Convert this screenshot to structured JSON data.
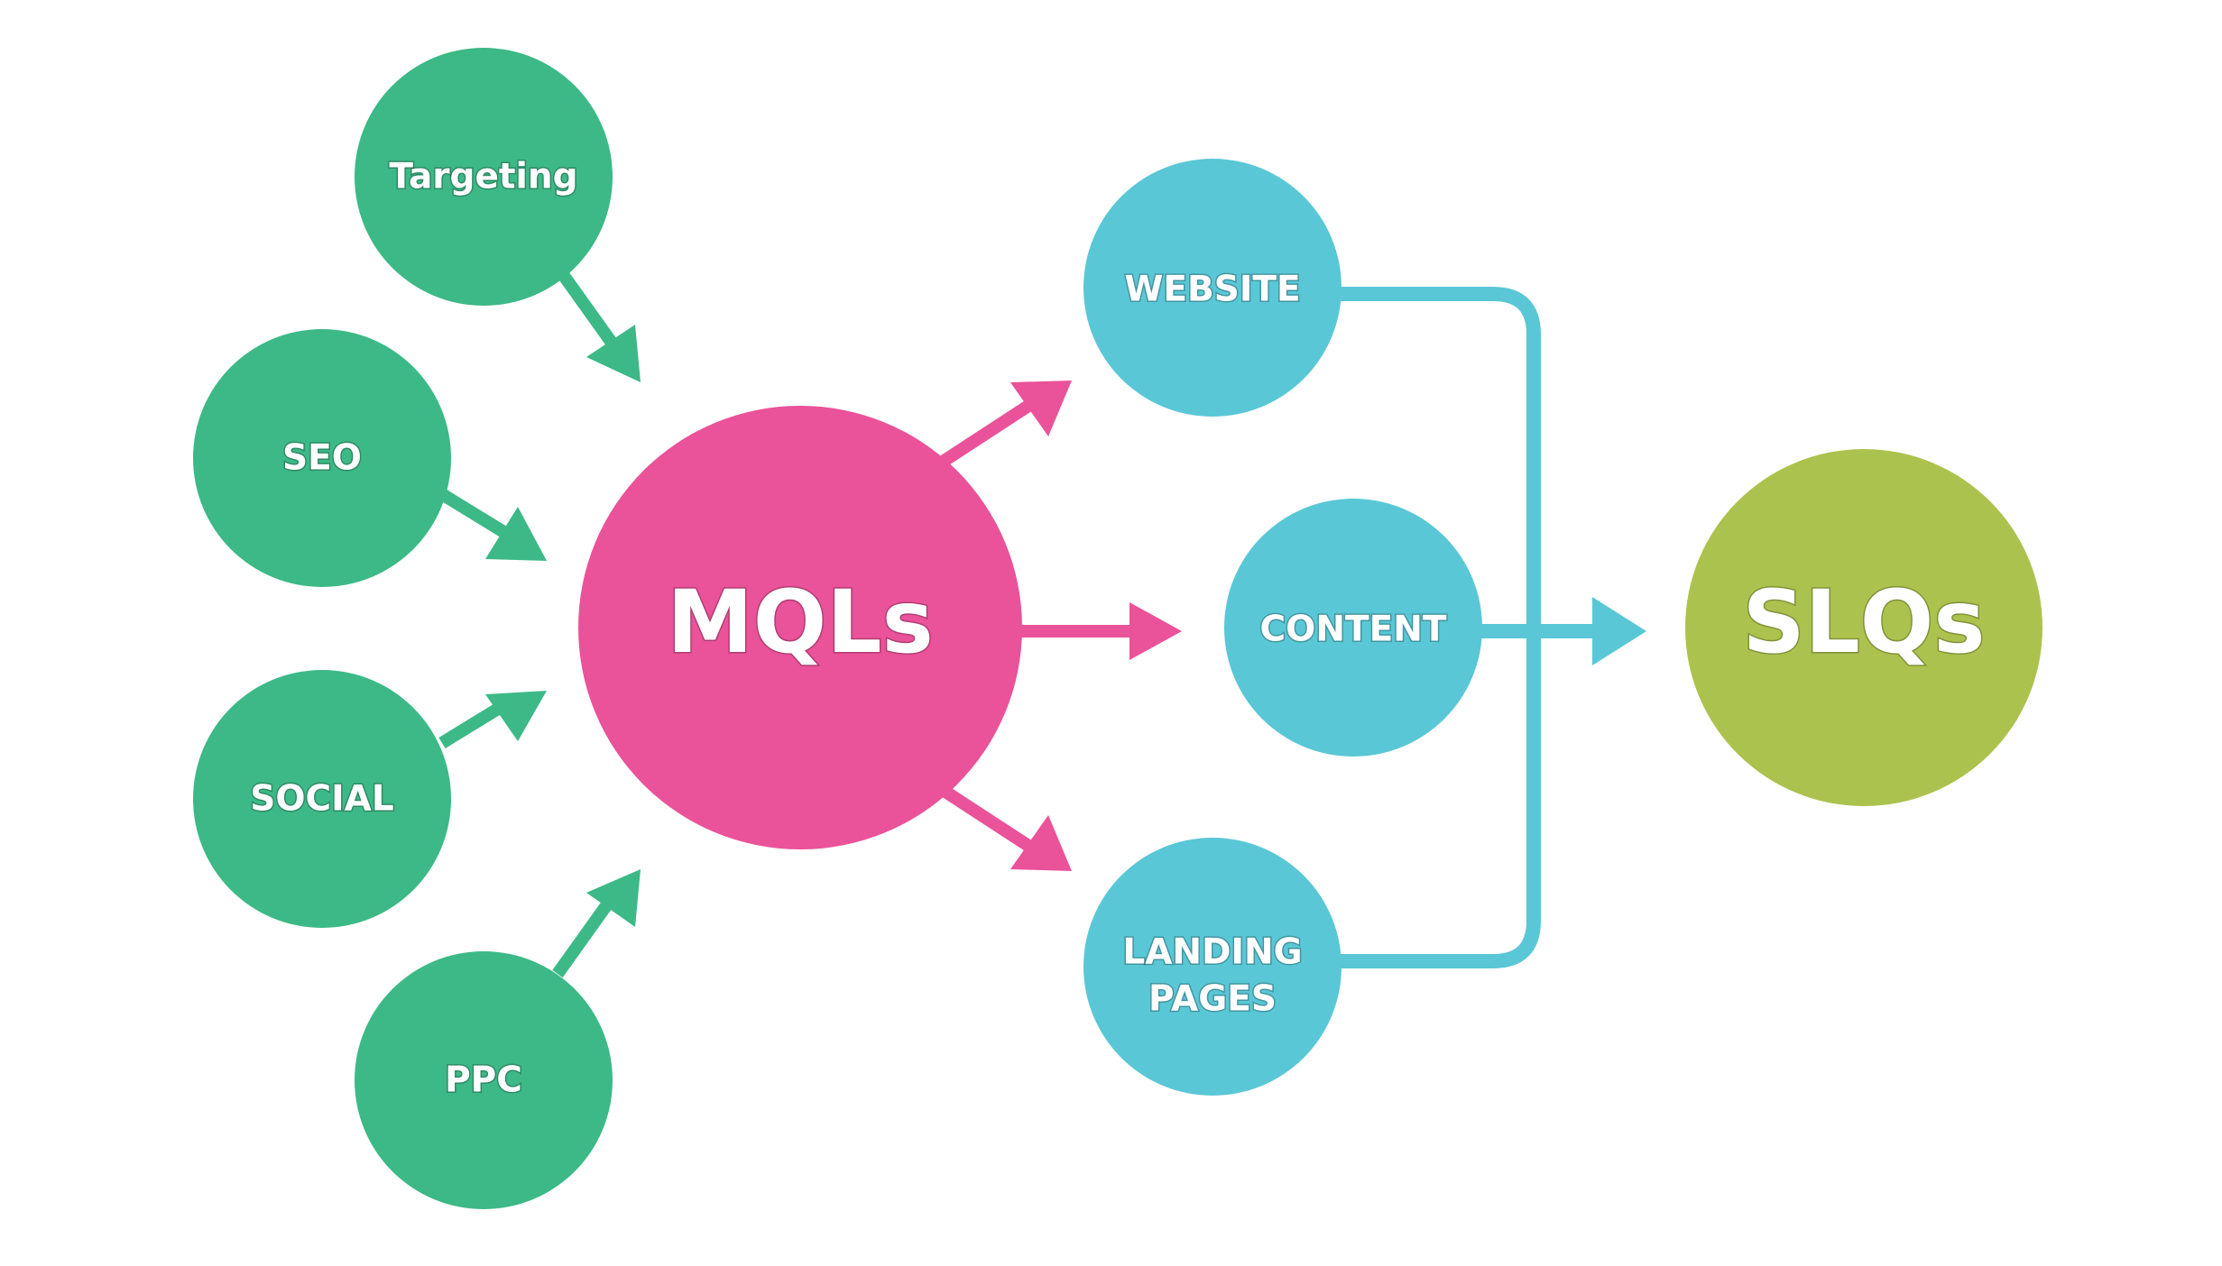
{
  "colors": {
    "source": "#3CB986",
    "mql": "#EA5299",
    "channel": "#59C7D6",
    "sql": "#ACC24E"
  },
  "sources": {
    "targeting": "Targeting",
    "seo": "SEO",
    "social": "SOCIAL",
    "ppc": "PPC"
  },
  "center": {
    "mqls": "MQLs"
  },
  "channels": {
    "website": "WEBSITE",
    "content": "CONTENT",
    "landing_line1": "LANDING",
    "landing_line2": "PAGES"
  },
  "result": {
    "slqs": "SLQs"
  }
}
